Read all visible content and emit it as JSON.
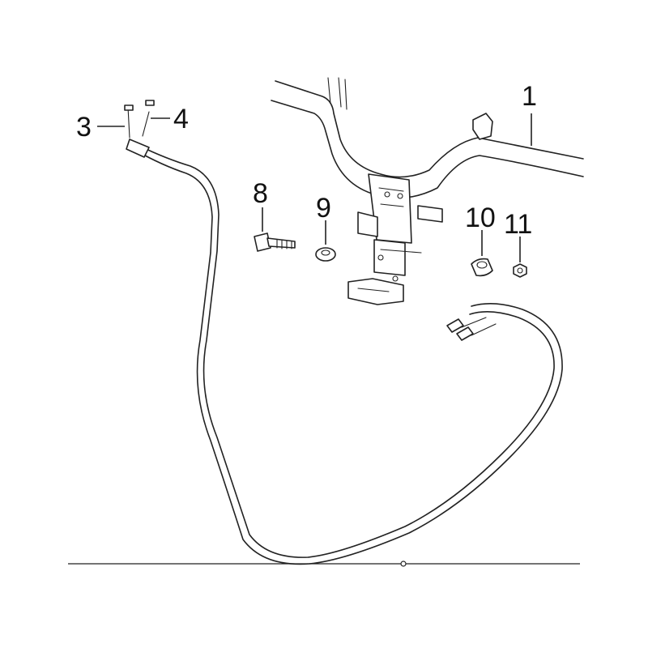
{
  "callouts": {
    "p1": "1",
    "p3": "3",
    "p4": "4",
    "p8": "8",
    "p9": "9",
    "p10": "10",
    "p11": "11"
  }
}
